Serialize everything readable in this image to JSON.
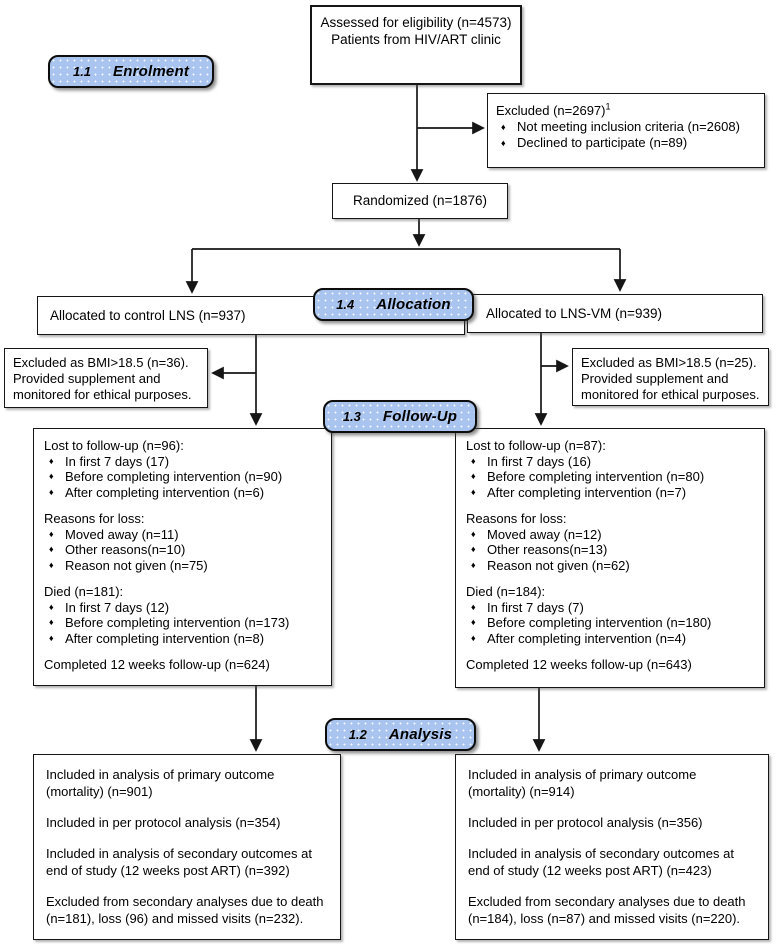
{
  "stage_labels": {
    "enrolment": {
      "number": "1.1",
      "label": "Enrolment"
    },
    "allocation": {
      "number": "1.4",
      "label": "Allocation"
    },
    "follow_up": {
      "number": "1.3",
      "label": "Follow-Up"
    },
    "analysis": {
      "number": "1.2",
      "label": "Analysis"
    }
  },
  "colors": {
    "stage_label_fill": "#a9c4ee",
    "line": "#161616",
    "box_bg": "#ffffff"
  },
  "boxes": {
    "assessed": {
      "lines": [
        "Assessed for eligibility (n=4573)",
        "Patients from HIV/ART clinic"
      ]
    },
    "excluded": {
      "title": "Excluded (n=2697)",
      "footnote_marker": "1",
      "bullets": [
        "Not meeting inclusion criteria (n=2608)",
        "Declined to participate (n=89)"
      ]
    },
    "randomized": {
      "text": "Randomized (n=1876)"
    },
    "allocated_control": {
      "text": "Allocated to control LNS (n=937)"
    },
    "allocated_lnsvm": {
      "text": "Allocated to LNS-VM (n=939)"
    },
    "bmi_excluded_left": {
      "lines": [
        "Excluded as BMI>18.5 (n=36).",
        "Provided supplement and",
        "monitored for ethical purposes."
      ]
    },
    "bmi_excluded_right": {
      "lines": [
        "Excluded as BMI>18.5 (n=25).",
        "Provided supplement and",
        "monitored for ethical purposes."
      ]
    },
    "followup_left": {
      "sections": [
        {
          "title": "Lost to follow-up (n=96):",
          "bullets": [
            "In first 7 days (17)",
            "Before completing intervention (n=90)",
            "After completing intervention (n=6)"
          ]
        },
        {
          "title": "Reasons for loss:",
          "bullets": [
            "Moved away (n=11)",
            "Other reasons(n=10)",
            "Reason not given (n=75)"
          ]
        },
        {
          "title": "Died (n=181):",
          "bullets": [
            "In first 7 days (12)",
            "Before completing intervention (n=173)",
            "After completing intervention (n=8)"
          ]
        },
        {
          "title": "Completed 12 weeks follow-up (n=624)",
          "bullets": []
        }
      ]
    },
    "followup_right": {
      "sections": [
        {
          "title": "Lost to follow-up (n=87):",
          "bullets": [
            "In first 7 days (16)",
            "Before completing intervention (n=80)",
            "After completing intervention (n=7)"
          ]
        },
        {
          "title": "Reasons for loss:",
          "bullets": [
            "Moved away (n=12)",
            "Other reasons(n=13)",
            "Reason not given (n=62)"
          ]
        },
        {
          "title": "Died (n=184):",
          "bullets": [
            "In first 7 days (7)",
            "Before completing intervention (n=180)",
            "After completing intervention (n=4)"
          ]
        },
        {
          "title": "Completed 12 weeks follow-up (n=643)",
          "bullets": []
        }
      ]
    },
    "analysis_left": {
      "paragraphs": [
        "Included in analysis of primary outcome (mortality) (n=901)",
        "Included in per protocol analysis (n=354)",
        "Included in analysis of secondary outcomes at end of study (12 weeks post ART) (n=392)",
        "Excluded from secondary analyses due to death (n=181), loss (96) and missed visits (n=232)."
      ]
    },
    "analysis_right": {
      "paragraphs": [
        "Included in analysis of primary outcome (mortality) (n=914)",
        "Included in per protocol analysis (n=356)",
        "Included in analysis of secondary outcomes at end of study (12 weeks post ART) (n=423)",
        "Excluded from secondary analyses due to death (n=184), loss (n=87) and missed visits (n=220)."
      ]
    }
  }
}
